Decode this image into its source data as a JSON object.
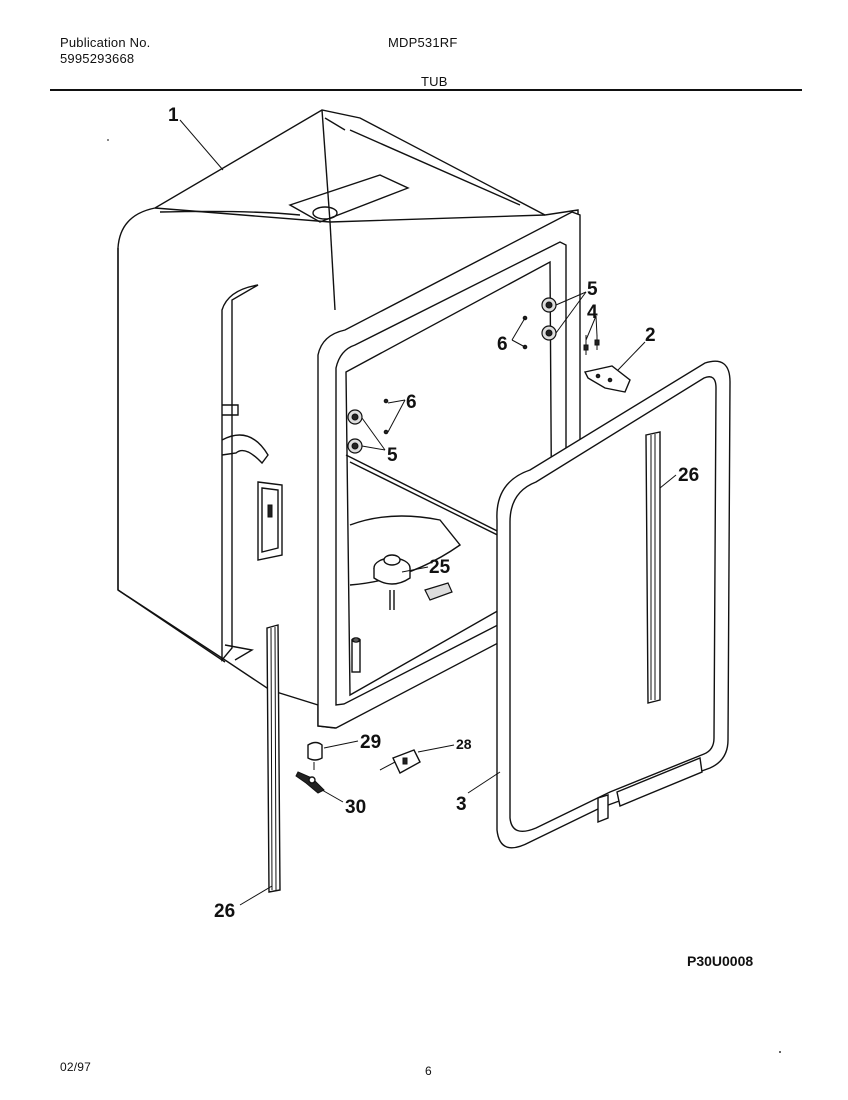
{
  "header": {
    "publication_label": "Publication No.",
    "publication_number": "5995293668",
    "model": "MDP531RF",
    "section_title": "TUB"
  },
  "diagram": {
    "callouts": {
      "c1": "1",
      "c2": "2",
      "c3": "3",
      "c4": "4",
      "c5_right": "5",
      "c6_right": "6",
      "c6_left": "6",
      "c5_left": "5",
      "c25": "25",
      "c26_right": "26",
      "c26_left": "26",
      "c28": "28",
      "c29": "29",
      "c30": "30"
    },
    "figure_code": "P30U0008"
  },
  "footer": {
    "date": "02/97",
    "page_number": "6"
  }
}
